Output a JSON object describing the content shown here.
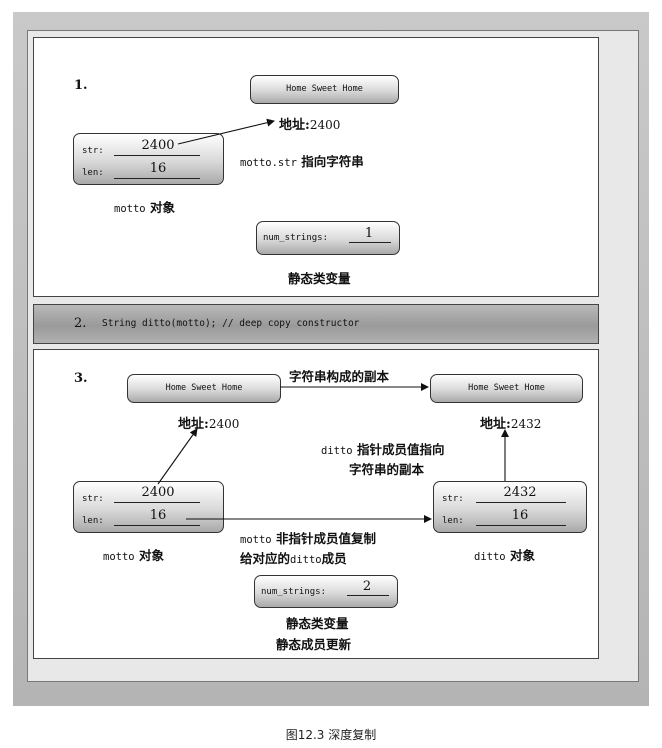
{
  "panel1": {
    "number": "1.",
    "string_box": "Home Sweet Home",
    "address_label": "地址:",
    "address_value": "2400",
    "str_label": "str:",
    "str_value": "2400",
    "len_label": "len:",
    "len_value": "16",
    "points_text_code": "motto.str",
    "points_text": " 指向字符串",
    "object_code": "motto",
    "object_label": " 对象",
    "num_strings_label": "num_strings:",
    "num_strings_value": "1",
    "static_label": "静态类变量"
  },
  "bar": {
    "number": "2.",
    "code": "String ditto(motto); // deep copy constructor"
  },
  "panel3": {
    "number": "3.",
    "left_string_box": "Home Sweet Home",
    "right_string_box": "Home Sweet Home",
    "copy_label": "字符串构成的副本",
    "left_address_label": "地址:",
    "left_address_value": "2400",
    "right_address_label": "地址:",
    "right_address_value": "2432",
    "ditto_note_code": "ditto",
    "ditto_note_1": " 指针成员值指向",
    "ditto_note_2": "字符串的副本",
    "left_str_label": "str:",
    "left_str_value": "2400",
    "left_len_label": "len:",
    "left_len_value": "16",
    "right_str_label": "str:",
    "right_str_value": "2432",
    "right_len_label": "len:",
    "right_len_value": "16",
    "copy_note_code_1": "motto",
    "copy_note_1": " 非指针成员值复制",
    "copy_note_2a": "给对应的",
    "copy_note_code_2": "ditto",
    "copy_note_2b": "成员",
    "left_object_code": "motto",
    "left_object_label": " 对象",
    "right_object_code": "ditto",
    "right_object_label": " 对象",
    "num_strings_label": "num_strings:",
    "num_strings_value": "2",
    "static_label_1": "静态类变量",
    "static_label_2": "静态成员更新"
  },
  "caption": "图12.3 深度复制"
}
